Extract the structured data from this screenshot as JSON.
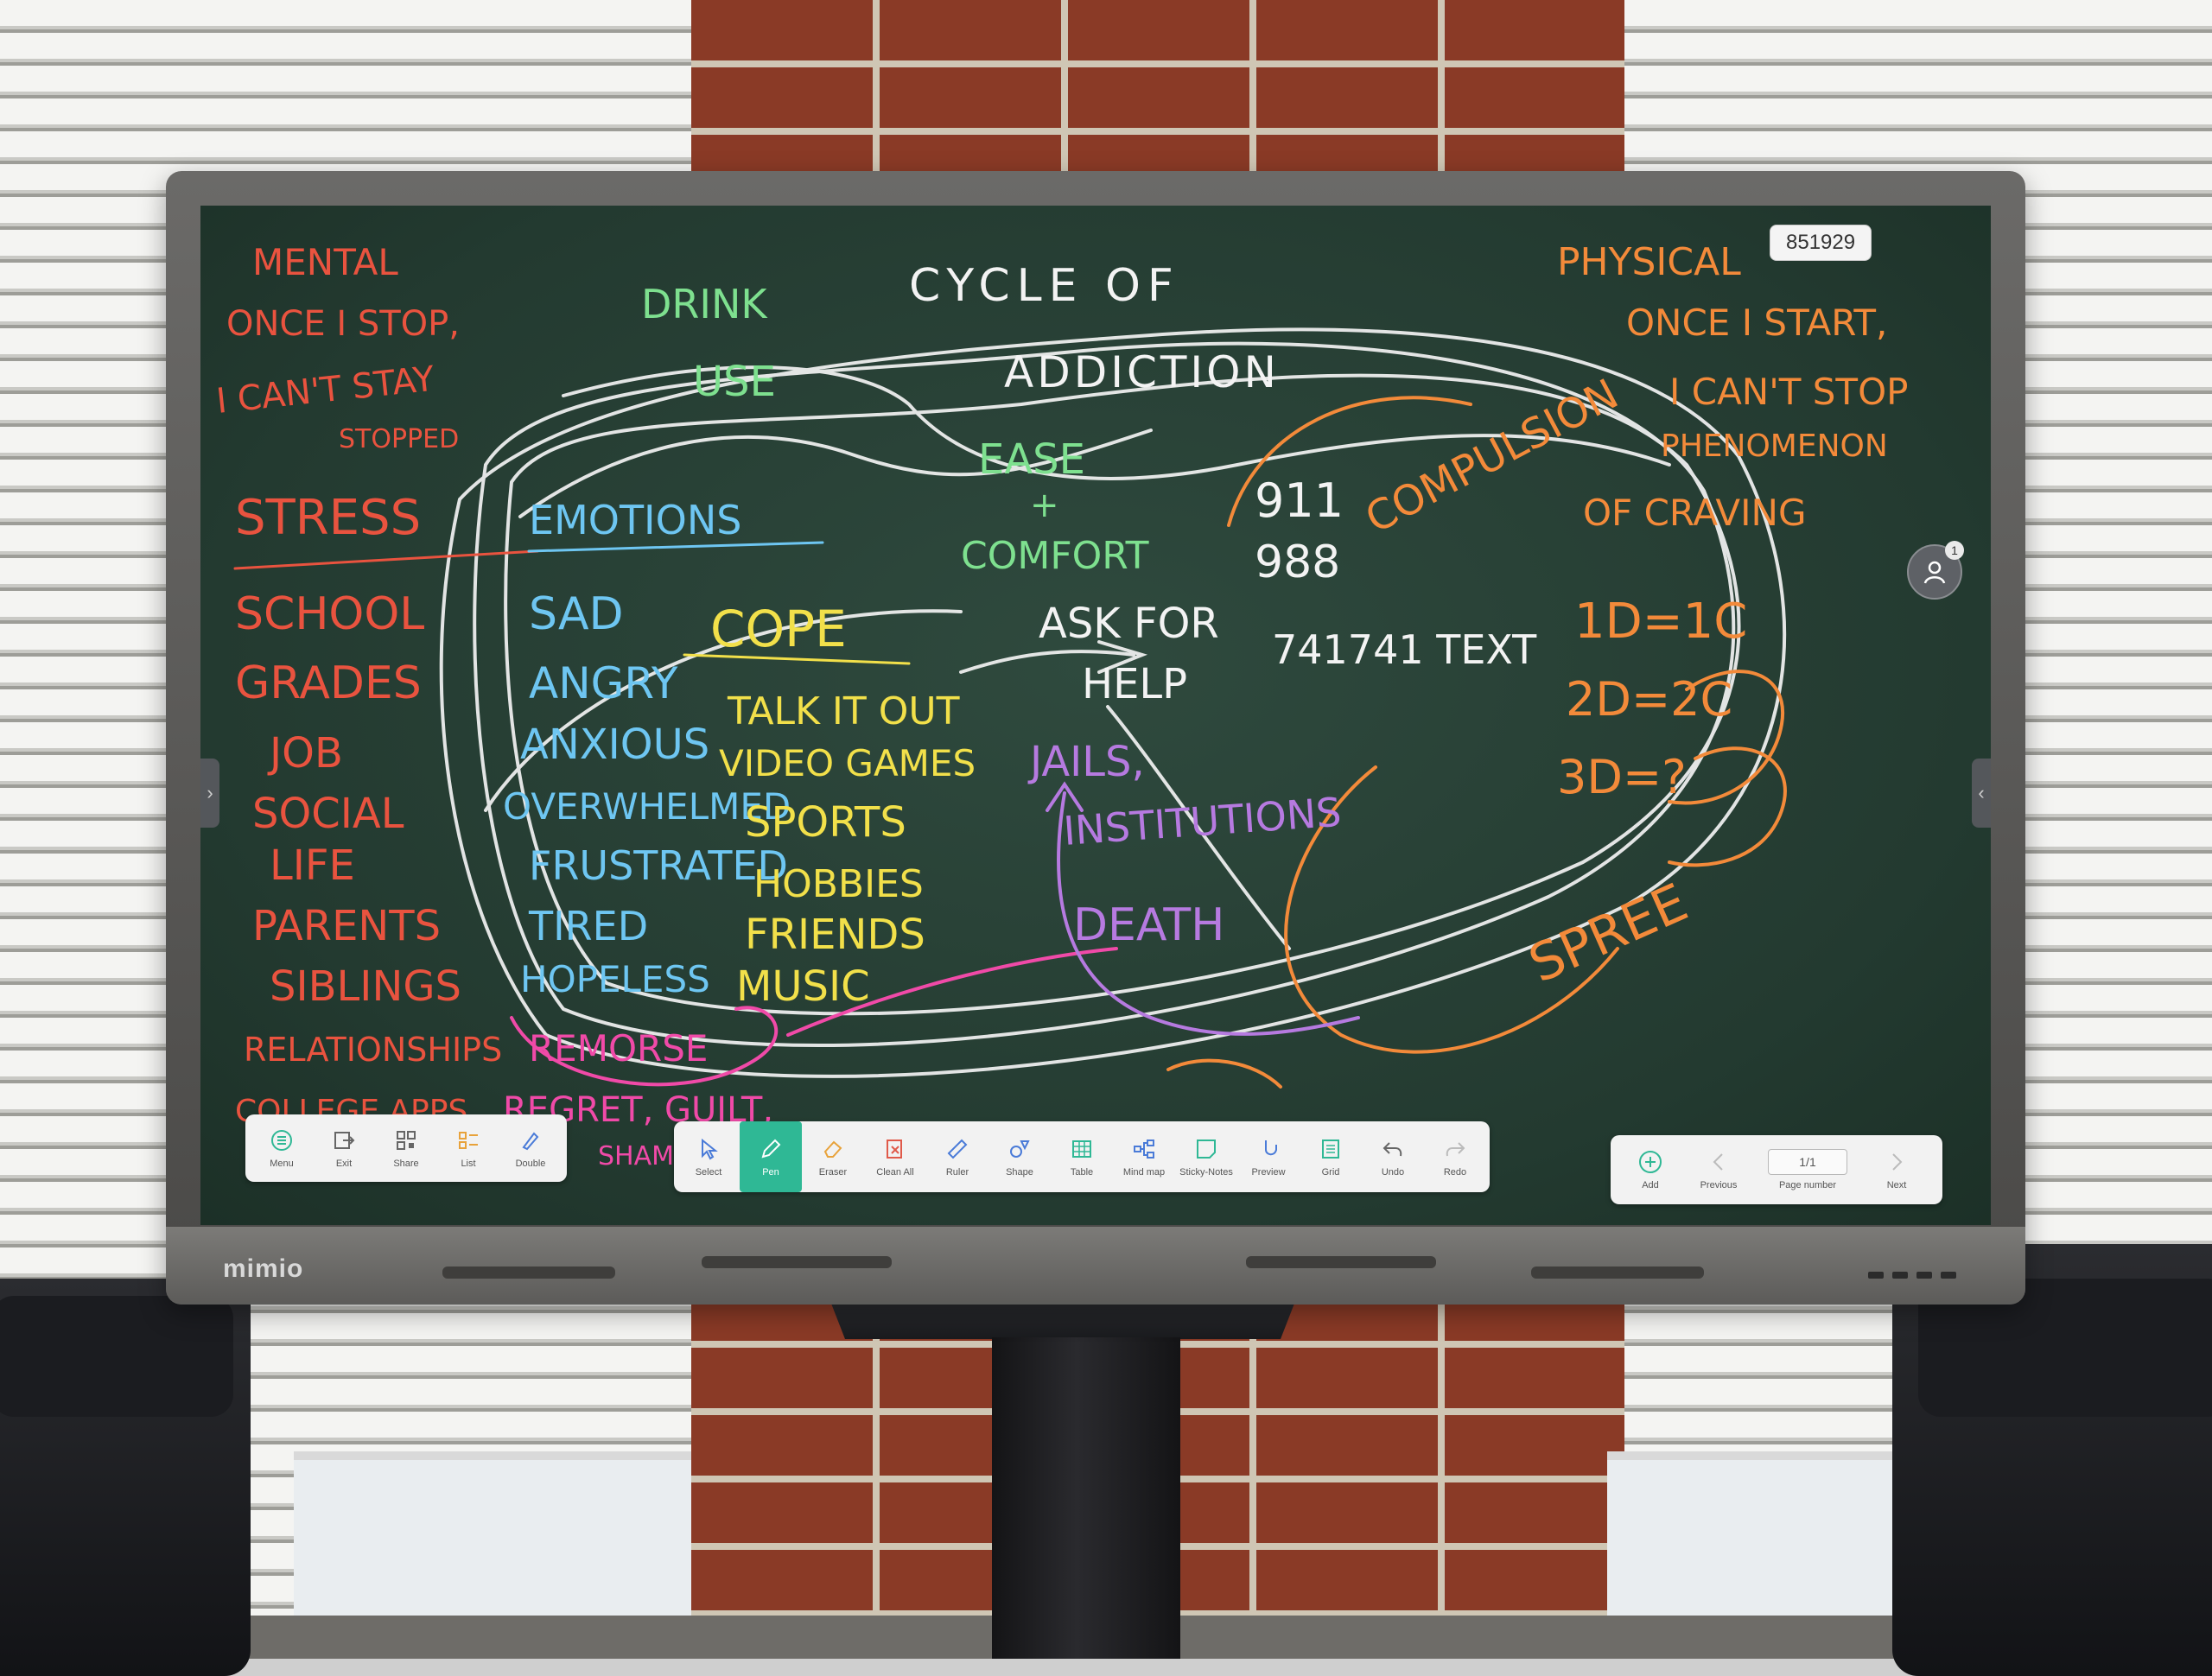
{
  "session_code": "851929",
  "avatar_badge": "1",
  "brand": "mimio",
  "board": {
    "title_line1": "CYCLE OF",
    "title_line2": "ADDICTION",
    "mental": [
      "MENTAL",
      "ONCE I STOP,",
      "I CAN'T STAY",
      "STOPPED"
    ],
    "physical": [
      "PHYSICAL",
      "ONCE I START,",
      "I CAN'T STOP",
      "PHENOMENON",
      "OF CRAVING"
    ],
    "stress": "STRESS",
    "stressors": [
      "SCHOOL",
      "GRADES",
      "JOB",
      "SOCIAL",
      "LIFE",
      "PARENTS",
      "SIBLINGS",
      "RELATIONSHIPS",
      "COLLEGE APPS"
    ],
    "emotions_title": "EMOTIONS",
    "emotions": [
      "SAD",
      "ANGRY",
      "ANXIOUS",
      "OVERWHELMED",
      "FRUSTRATED",
      "TIRED",
      "HOPELESS"
    ],
    "cope_title": "COPE",
    "cope": [
      "TALK IT OUT",
      "VIDEO GAMES",
      "SPORTS",
      "HOBBIES",
      "FRIENDS",
      "MUSIC"
    ],
    "drink": "DRINK",
    "use": "USE",
    "ease": "EASE",
    "plus": "+",
    "comfort": "COMFORT",
    "hotlines": [
      "911",
      "988",
      "741741 TEXT"
    ],
    "ask_for": "ASK FOR",
    "help": "HELP",
    "compulsion": "COMPULSION",
    "days": [
      "1D=1C",
      "2D=2C",
      "3D=?"
    ],
    "jails": "JAILS,",
    "institutions": "INSTITUTIONS",
    "death": "DEATH",
    "spree": "SPREE",
    "remorse": "REMORSE",
    "regret_guilt": "REGRET, GUILT,",
    "shame": "SHAME"
  },
  "colors": {
    "red": "#e9533f",
    "green": "#7ee08f",
    "white": "#f3f3f3",
    "orange": "#f38a3a",
    "blue": "#6ec6f2",
    "yellow": "#f2e04a",
    "purple": "#b67ae0",
    "pink": "#f04aa8",
    "active_tool": "#2fb895"
  },
  "toolbar_left": [
    {
      "label": "Menu",
      "icon": "menu-icon"
    },
    {
      "label": "Exit",
      "icon": "exit-icon"
    },
    {
      "label": "Share",
      "icon": "qr-share-icon"
    },
    {
      "label": "List",
      "icon": "list-icon"
    },
    {
      "label": "Double",
      "icon": "double-pen-icon"
    }
  ],
  "toolbar_center": [
    {
      "label": "Select",
      "icon": "cursor-icon"
    },
    {
      "label": "Pen",
      "icon": "pen-icon",
      "active": true
    },
    {
      "label": "Eraser",
      "icon": "eraser-icon"
    },
    {
      "label": "Clean All",
      "icon": "clean-all-icon"
    },
    {
      "label": "Ruler",
      "icon": "ruler-icon"
    },
    {
      "label": "Shape",
      "icon": "shape-icon"
    },
    {
      "label": "Table",
      "icon": "table-icon"
    },
    {
      "label": "Mind map",
      "icon": "mind-map-icon"
    },
    {
      "label": "Sticky-Notes",
      "icon": "sticky-note-icon"
    },
    {
      "label": "Preview",
      "icon": "preview-icon"
    },
    {
      "label": "Grid",
      "icon": "grid-icon"
    },
    {
      "label": "Undo",
      "icon": "undo-icon"
    },
    {
      "label": "Redo",
      "icon": "redo-icon"
    }
  ],
  "toolbar_right": {
    "add_label": "Add",
    "previous_label": "Previous",
    "page_value": "1/1",
    "page_number_label": "Page number",
    "next_label": "Next"
  }
}
